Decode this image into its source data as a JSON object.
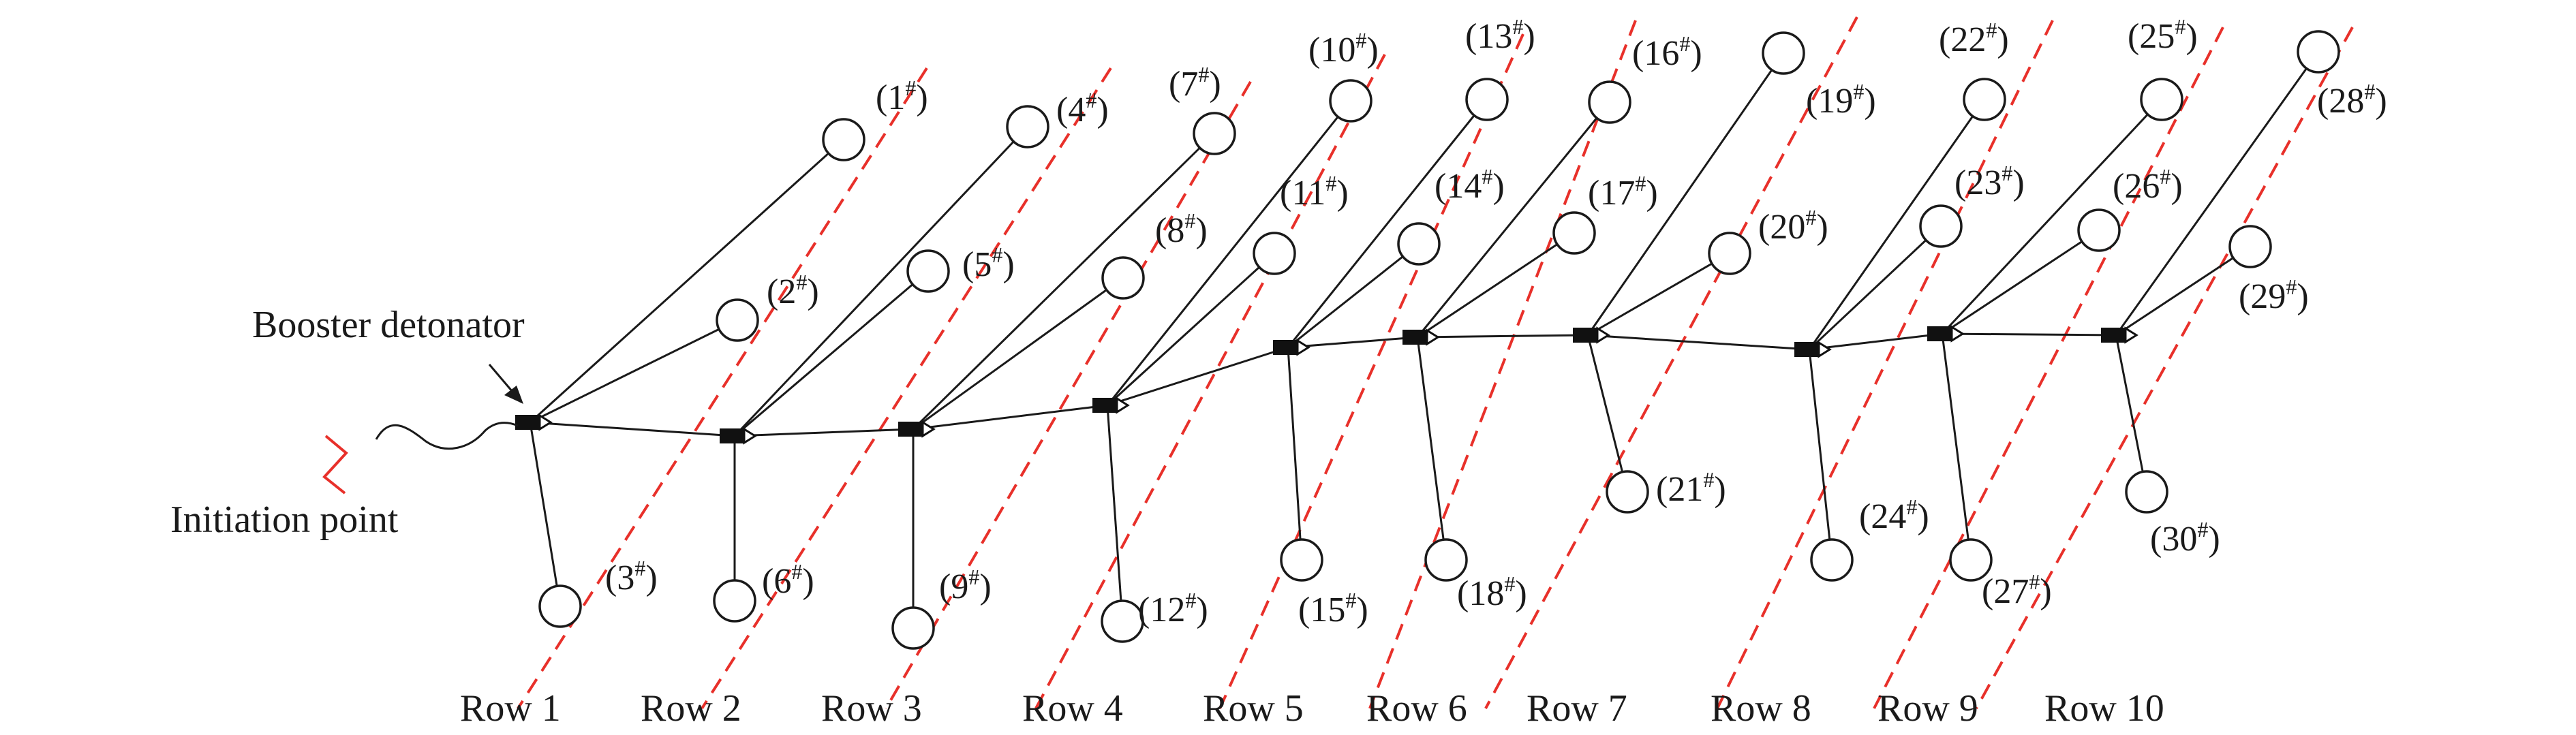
{
  "annotations": {
    "booster": "Booster detonator",
    "initiation": "Initiation point"
  },
  "rows": [
    {
      "label": "Row 1"
    },
    {
      "label": "Row 2"
    },
    {
      "label": "Row 3"
    },
    {
      "label": "Row 4"
    },
    {
      "label": "Row 5"
    },
    {
      "label": "Row 6"
    },
    {
      "label": "Row 7"
    },
    {
      "label": "Row 8"
    },
    {
      "label": "Row 9"
    },
    {
      "label": "Row 10"
    }
  ],
  "holes": [
    {
      "n": "1"
    },
    {
      "n": "2"
    },
    {
      "n": "3"
    },
    {
      "n": "4"
    },
    {
      "n": "5"
    },
    {
      "n": "6"
    },
    {
      "n": "7"
    },
    {
      "n": "8"
    },
    {
      "n": "9"
    },
    {
      "n": "10"
    },
    {
      "n": "11"
    },
    {
      "n": "12"
    },
    {
      "n": "13"
    },
    {
      "n": "14"
    },
    {
      "n": "15"
    },
    {
      "n": "16"
    },
    {
      "n": "17"
    },
    {
      "n": "18"
    },
    {
      "n": "19"
    },
    {
      "n": "20"
    },
    {
      "n": "21"
    },
    {
      "n": "22"
    },
    {
      "n": "23"
    },
    {
      "n": "24"
    },
    {
      "n": "25"
    },
    {
      "n": "26"
    },
    {
      "n": "27"
    },
    {
      "n": "28"
    },
    {
      "n": "29"
    },
    {
      "n": "30"
    }
  ],
  "hole_suffix": "#",
  "colors": {
    "wire": "#1a1a1a",
    "row_line": "#e8302a",
    "initiation_mark": "#e8302a"
  }
}
